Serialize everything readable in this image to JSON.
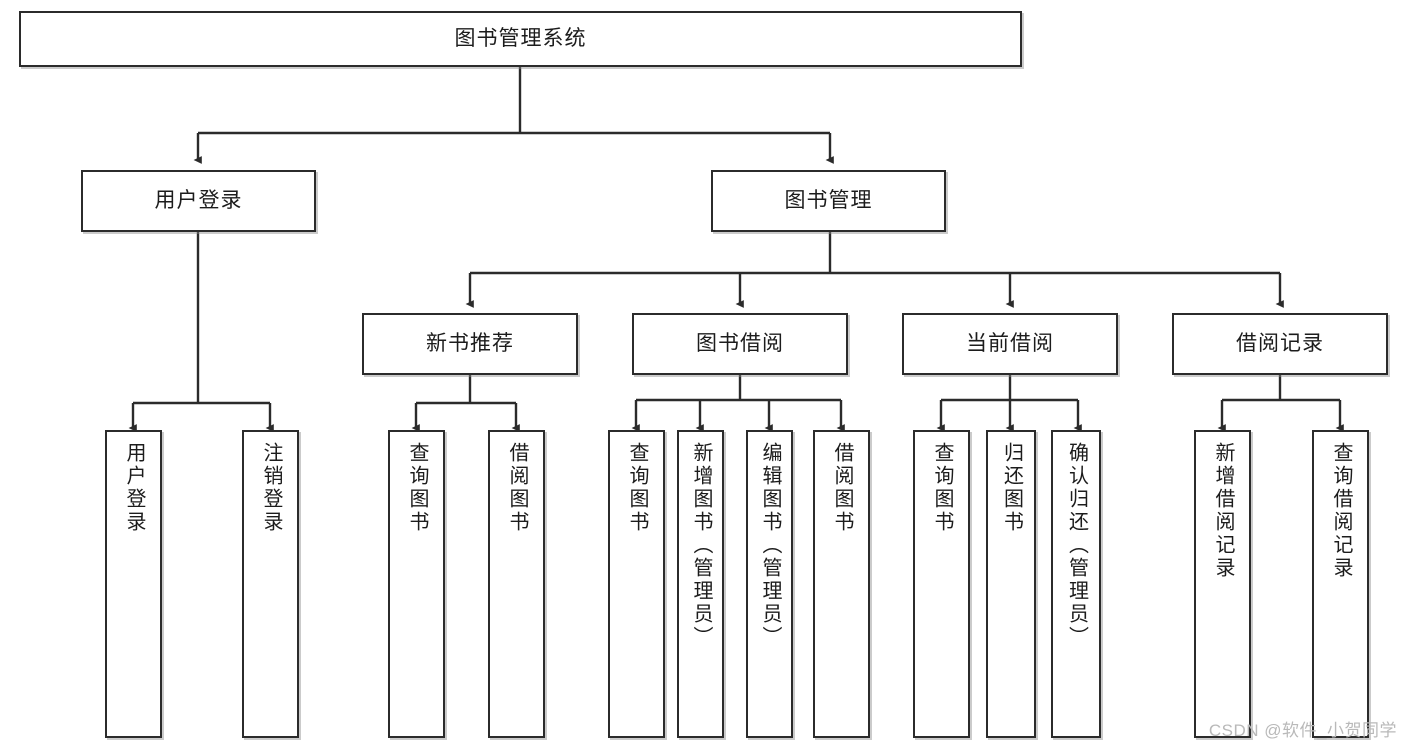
{
  "diagram": {
    "title": "图书管理系统",
    "watermark": "CSDN @软件_小贺同学",
    "line_color": "#2b2b2b",
    "box_fill": "#ffffff",
    "text_color": "#1c1c1c"
  },
  "nodes": {
    "root": {
      "label": "图书管理系统"
    },
    "level2": [
      {
        "label": "用户登录"
      },
      {
        "label": "图书管理"
      }
    ],
    "level3": [
      {
        "label": "新书推荐"
      },
      {
        "label": "图书借阅"
      },
      {
        "label": "当前借阅"
      },
      {
        "label": "借阅记录"
      }
    ],
    "leaves": {
      "user_login": [
        {
          "label": "用户登录"
        },
        {
          "label": "注销登录"
        }
      ],
      "new_book_recommend": [
        {
          "label": "查询图书"
        },
        {
          "label": "借阅图书"
        }
      ],
      "book_borrow": [
        {
          "label": "查询图书"
        },
        {
          "label": "新增图书（管理员）"
        },
        {
          "label": "编辑图书（管理员）"
        },
        {
          "label": "借阅图书"
        }
      ],
      "current_borrow": [
        {
          "label": "查询图书"
        },
        {
          "label": "归还图书"
        },
        {
          "label": "确认归还（管理员）"
        }
      ],
      "borrow_record": [
        {
          "label": "新增借阅记录"
        },
        {
          "label": "查询借阅记录"
        }
      ]
    }
  }
}
